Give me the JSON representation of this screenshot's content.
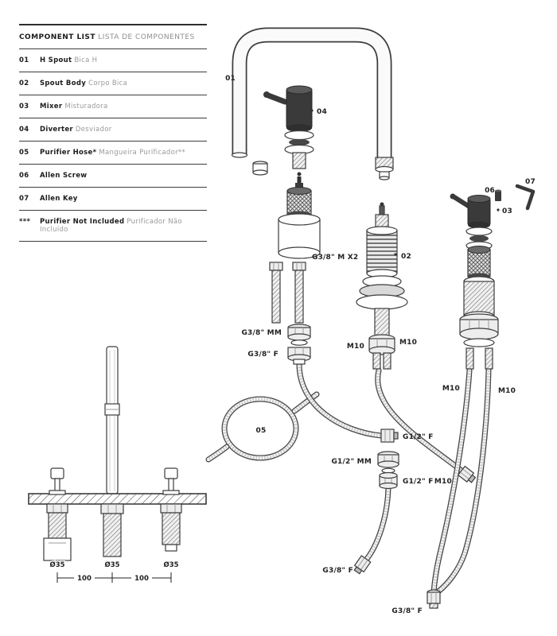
{
  "component_list": {
    "title_en": "COMPONENT LIST",
    "title_pt": "LISTA DE COMPONENTES",
    "rows": [
      {
        "num": "01",
        "name_en": "H Spout",
        "name_pt": "Bica H"
      },
      {
        "num": "02",
        "name_en": "Spout Body",
        "name_pt": "Corpo Bica"
      },
      {
        "num": "03",
        "name_en": "Mixer",
        "name_pt": "Misturadora"
      },
      {
        "num": "04",
        "name_en": "Diverter",
        "name_pt": "Desviador"
      },
      {
        "num": "05",
        "name_en": "Purifier Hose*",
        "name_pt": "Mangueira Purificador**"
      },
      {
        "num": "06",
        "name_en": "Allen Screw",
        "name_pt": ""
      },
      {
        "num": "07",
        "name_en": "Allen Key",
        "name_pt": ""
      },
      {
        "num": "***",
        "name_en": "Purifier Not Included",
        "name_pt": "Purificador Não Incluído"
      }
    ]
  },
  "diagram": {
    "part_01": "01",
    "part_02": "02",
    "part_03": "03",
    "part_04": "04",
    "part_05": "05",
    "part_06": "06",
    "part_07": "07",
    "fitting_g38_m_x2": "G3/8\" M X2",
    "fitting_g38_mm": "G3/8\" MM",
    "fitting_g38_f": "G3/8\" F",
    "fitting_g12_f": "G1/2\" F",
    "fitting_g12_mm": "G1/2\" MM",
    "fitting_m10": "M10"
  },
  "dimensions": {
    "hole_diameter": "Ø35",
    "hole_spacing": "100"
  }
}
